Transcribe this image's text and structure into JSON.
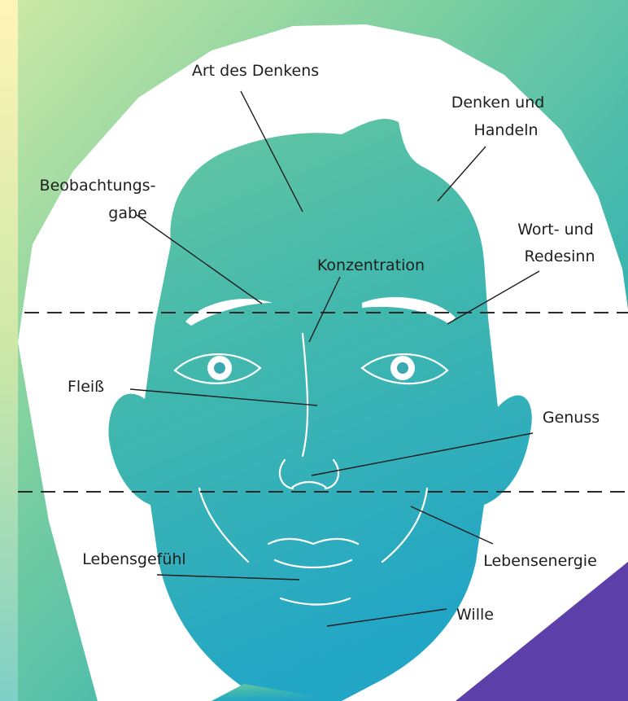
{
  "labels": {
    "art_des_denkens": "Art des Denkens",
    "denken_und_handeln_1": "Denken und",
    "denken_und_handeln_2": "Handeln",
    "beobachtungsgabe_1": "Beobachtungs-",
    "beobachtungsgabe_2": "gabe",
    "wort_und_redesinn_1": "Wort- und",
    "wort_und_redesinn_2": "Redesinn",
    "konzentration": "Konzentration",
    "fleiss": "Fleiß",
    "genuss": "Genuss",
    "lebensgefuehl": "Lebensgefühl",
    "lebensenergie": "Lebensenergie",
    "wille": "Wille"
  },
  "colors": {
    "face_top": "#7fcfa4",
    "face_mid": "#3fb7b0",
    "face_bottom": "#2aa8c8",
    "hair": "#ffffff",
    "corner_purple": "#5c3fa8",
    "text": "#1e1e1e"
  }
}
